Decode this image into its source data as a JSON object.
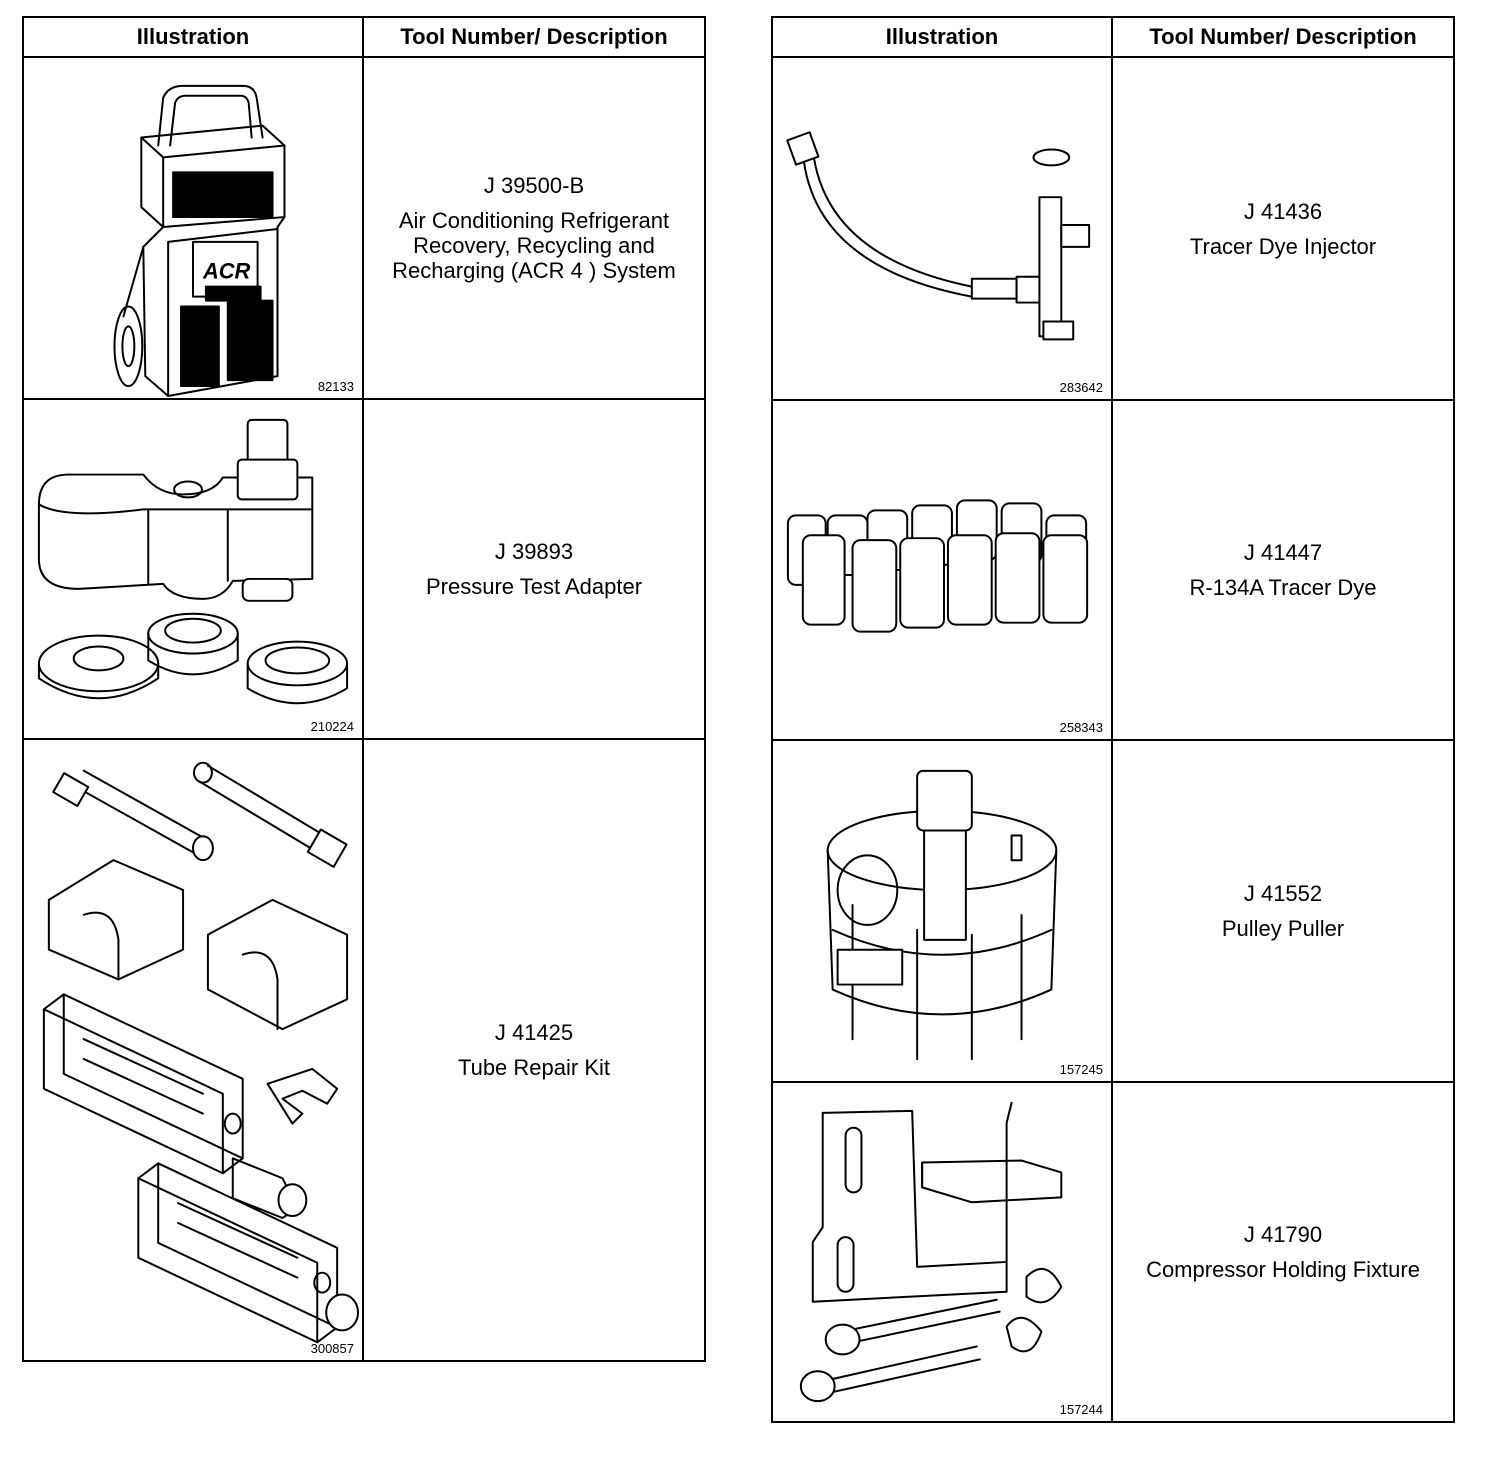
{
  "headers": {
    "illustration": "Illustration",
    "tool": "Tool Number/ Description"
  },
  "left": [
    {
      "figure": "82133",
      "number": "J 39500-B",
      "name": "Air Conditioning Refrigerant Recovery, Recycling and Recharging (ACR 4 ) System",
      "icon": "acr-machine-icon"
    },
    {
      "figure": "210224",
      "number": "J 39893",
      "name": "Pressure Test Adapter",
      "icon": "pressure-adapter-icon"
    },
    {
      "figure": "300857",
      "number": "J 41425",
      "name": "Tube Repair Kit",
      "icon": "tube-repair-kit-icon"
    }
  ],
  "right": [
    {
      "figure": "283642",
      "number": "J 41436",
      "name": "Tracer Dye Injector",
      "icon": "dye-injector-icon"
    },
    {
      "figure": "258343",
      "number": "J 41447",
      "name": "R-134A Tracer Dye",
      "icon": "dye-bottles-icon"
    },
    {
      "figure": "157245",
      "number": "J 41552",
      "name": "Pulley Puller",
      "icon": "pulley-puller-icon"
    },
    {
      "figure": "157244",
      "number": "J 41790",
      "name": "Compressor Holding Fixture",
      "icon": "holding-fixture-icon"
    }
  ],
  "logo_text": "ACR"
}
